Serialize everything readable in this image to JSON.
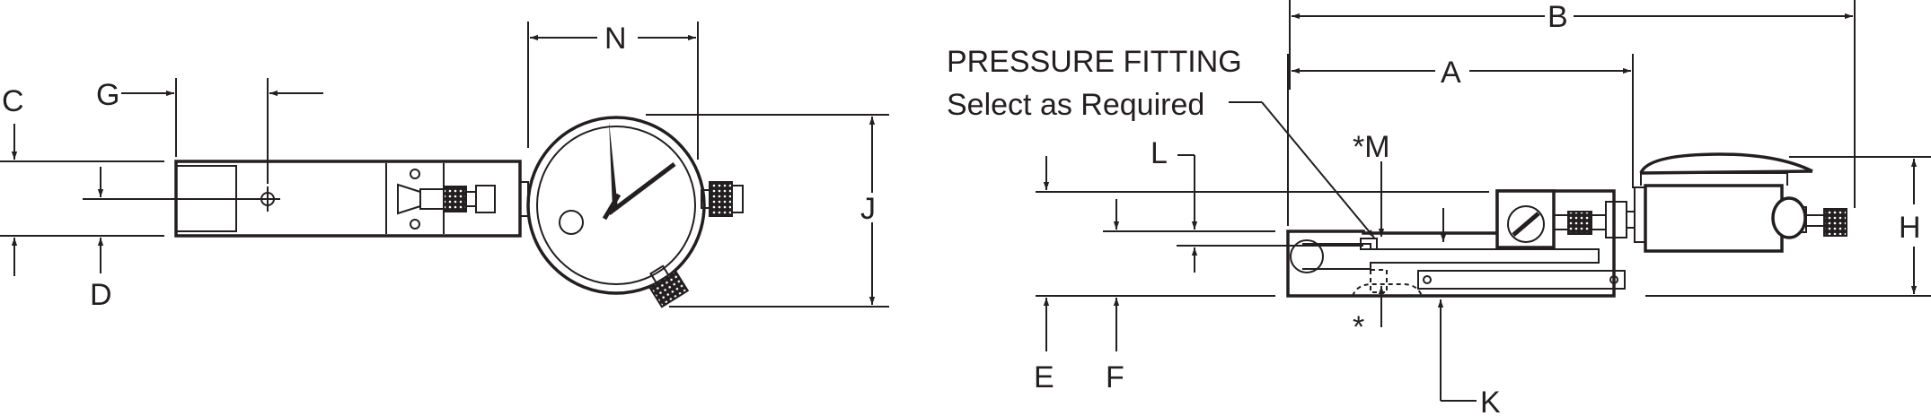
{
  "labels": {
    "C": "C",
    "G": "G",
    "D": "D",
    "N": "N",
    "J": "J",
    "B": "B",
    "A": "A",
    "L": "L",
    "M": "*M",
    "H": "H",
    "E": "E",
    "F": "F",
    "K": "K",
    "star": "*"
  },
  "callout": {
    "line1": "PRESSURE FITTING",
    "line2": "Select as Required"
  },
  "colors": {
    "ink": "#231f20",
    "paper": "#ffffff"
  }
}
